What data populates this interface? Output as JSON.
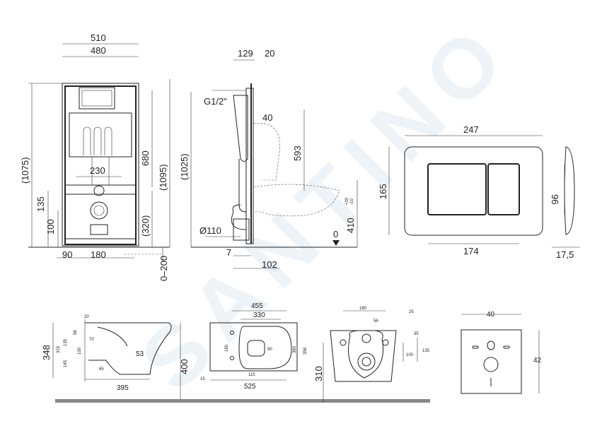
{
  "front_view": {
    "dims": [
      "510",
      "480",
      "(1075)",
      "680",
      "(1095)",
      "230",
      "135",
      "100",
      "(320)",
      "90",
      "180",
      "0–200"
    ]
  },
  "side_view": {
    "dims": [
      "129",
      "20",
      "G1/2\"",
      "40",
      "(1025)",
      "593",
      "410",
      "+20",
      "-10",
      "Ø110",
      "7",
      "102",
      "0"
    ]
  },
  "flush_plate": {
    "dims": [
      "247",
      "165",
      "96",
      "174",
      "17,5"
    ]
  },
  "bowl_side": {
    "dims": [
      "348",
      "56",
      "135",
      "145",
      "53",
      "395",
      "400",
      "20",
      "70",
      "65",
      "100",
      "315"
    ]
  },
  "bowl_top": {
    "dims": [
      "455",
      "330",
      "180",
      "90",
      "360",
      "358",
      "115",
      "525",
      "15"
    ]
  },
  "bowl_rear": {
    "dims": [
      "180",
      "56",
      "25",
      "35",
      "100",
      "135",
      "310"
    ]
  },
  "soundproof_pad": {
    "dims": [
      "40",
      "42"
    ]
  },
  "watermark": "SANTINO",
  "colors": {
    "line": "#222222",
    "floor": "#888888",
    "watermark": "#e6edf3"
  }
}
